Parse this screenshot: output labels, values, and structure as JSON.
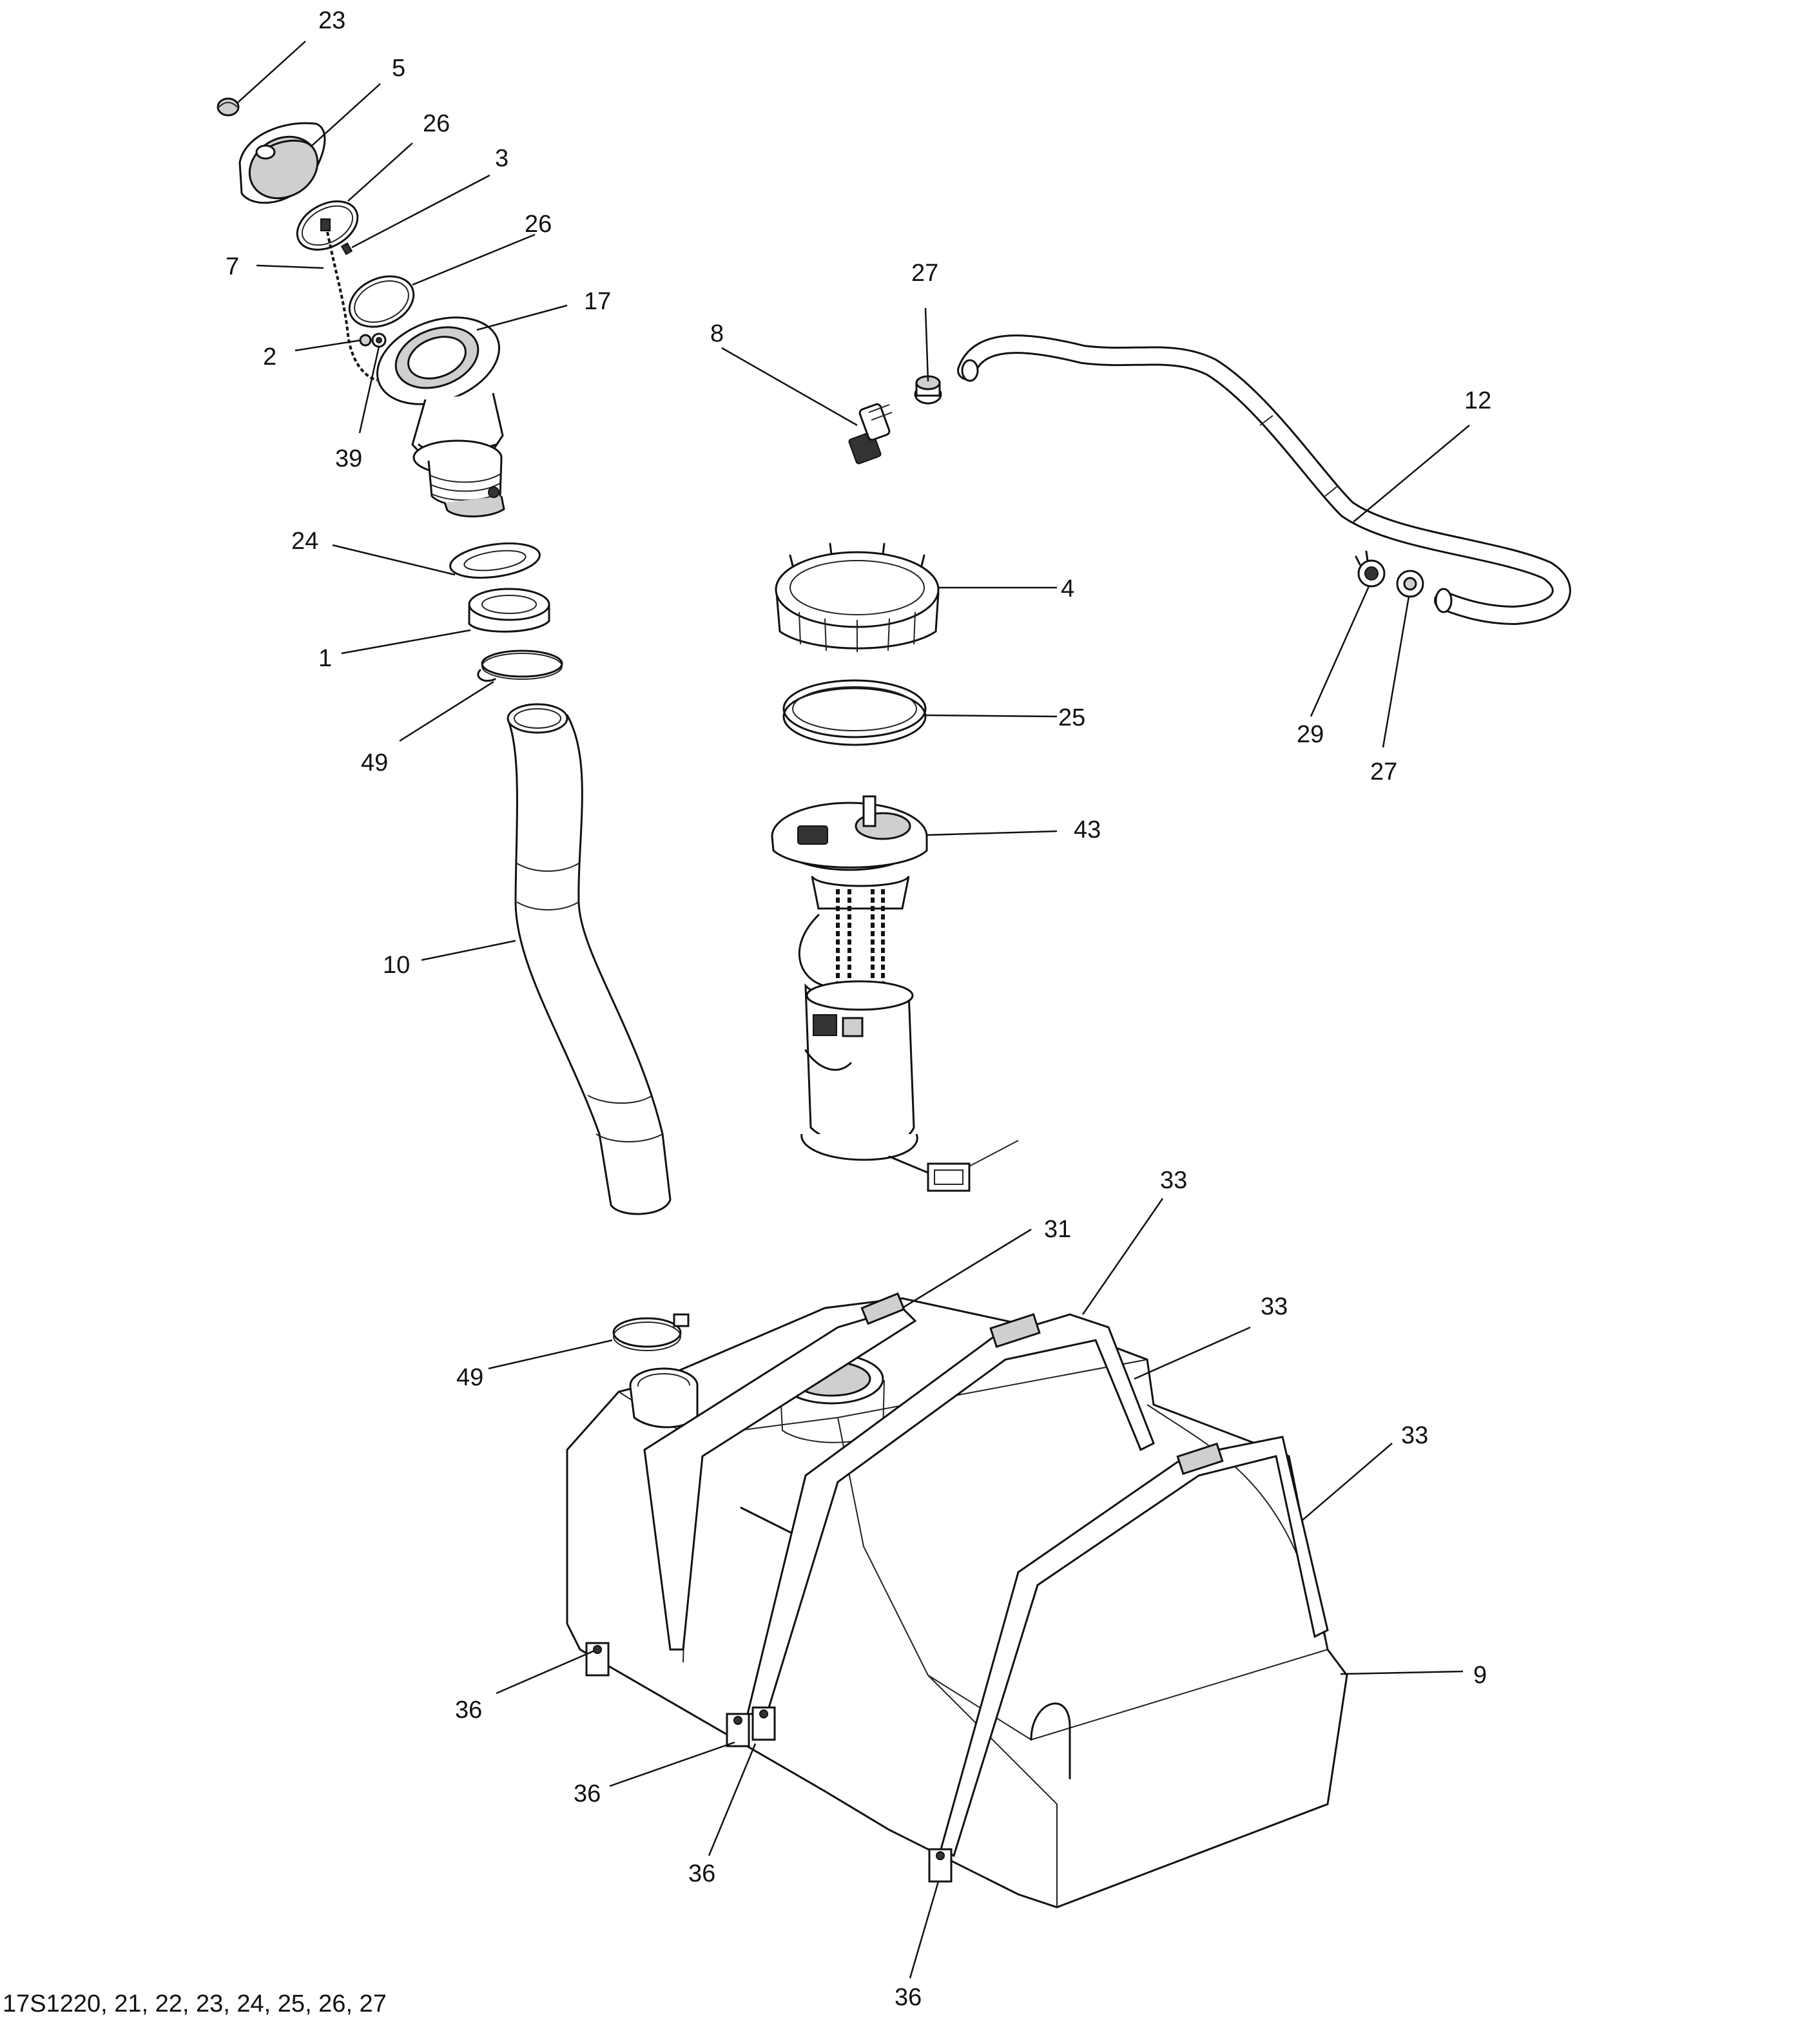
{
  "callouts": [
    {
      "id": "c23a",
      "text": "23"
    },
    {
      "id": "c5",
      "text": "5"
    },
    {
      "id": "c26a",
      "text": "26"
    },
    {
      "id": "c3",
      "text": "3"
    },
    {
      "id": "c7",
      "text": "7"
    },
    {
      "id": "c26b",
      "text": "26"
    },
    {
      "id": "c17",
      "text": "17"
    },
    {
      "id": "c2",
      "text": "2"
    },
    {
      "id": "c39",
      "text": "39"
    },
    {
      "id": "c27a",
      "text": "27"
    },
    {
      "id": "c8",
      "text": "8"
    },
    {
      "id": "c12",
      "text": "12"
    },
    {
      "id": "c24",
      "text": "24"
    },
    {
      "id": "c1",
      "text": "1"
    },
    {
      "id": "c4",
      "text": "4"
    },
    {
      "id": "c49a",
      "text": "49"
    },
    {
      "id": "c25",
      "text": "25"
    },
    {
      "id": "c29",
      "text": "29"
    },
    {
      "id": "c27b",
      "text": "27"
    },
    {
      "id": "c43",
      "text": "43"
    },
    {
      "id": "c10",
      "text": "10"
    },
    {
      "id": "c33a",
      "text": "33"
    },
    {
      "id": "c31",
      "text": "31"
    },
    {
      "id": "c33b",
      "text": "33"
    },
    {
      "id": "c49b",
      "text": "49"
    },
    {
      "id": "c33c",
      "text": "33"
    },
    {
      "id": "c9",
      "text": "9"
    },
    {
      "id": "c36a",
      "text": "36"
    },
    {
      "id": "c36b",
      "text": "36"
    },
    {
      "id": "c36c",
      "text": "36"
    },
    {
      "id": "c36d",
      "text": "36"
    }
  ],
  "reference": "17S1220, 21, 22, 23, 24, 25, 26, 27"
}
